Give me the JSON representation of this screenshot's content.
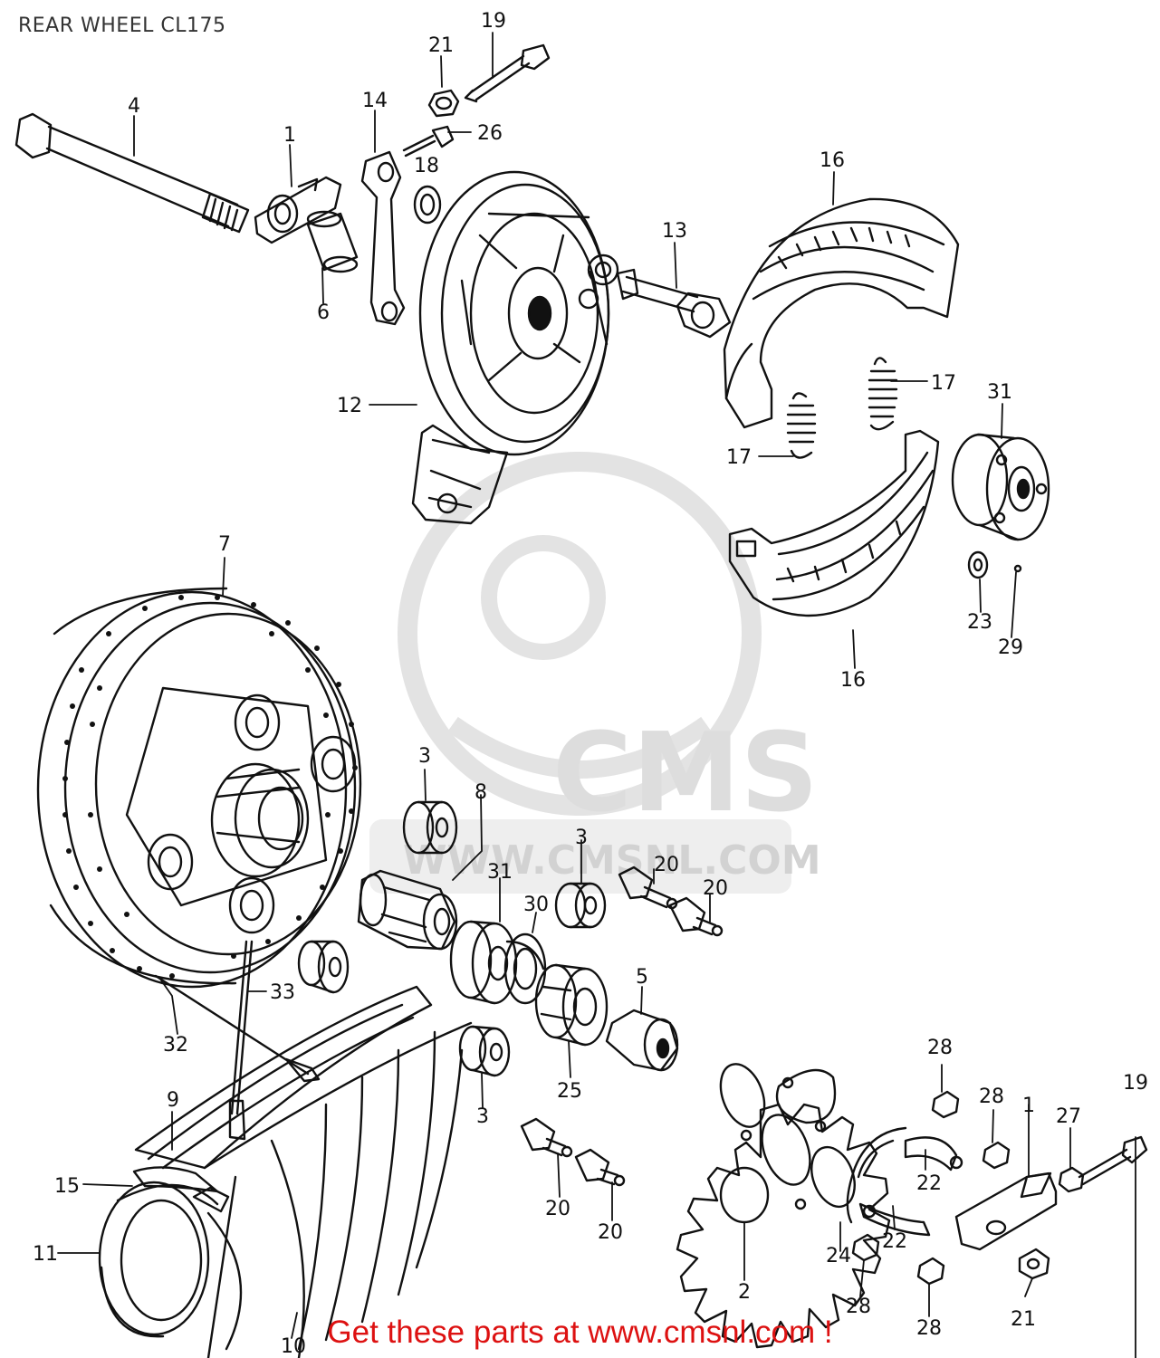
{
  "title": "REAR WHEEL CL175",
  "watermark": {
    "brand": "CMS",
    "url": "WWW.CMSNL.COM"
  },
  "footer": {
    "text": "Get these parts at www.cmsnl.com !",
    "color": "#dd1111"
  },
  "colors": {
    "line": "#111111",
    "watermark": "#e3e3e3"
  },
  "callouts": [
    {
      "id": "c19a",
      "text": "19"
    },
    {
      "id": "c21a",
      "text": "21"
    },
    {
      "id": "c4",
      "text": "4"
    },
    {
      "id": "c14",
      "text": "14"
    },
    {
      "id": "c1a",
      "text": "1"
    },
    {
      "id": "c26",
      "text": "26"
    },
    {
      "id": "c18",
      "text": "18"
    },
    {
      "id": "c16a",
      "text": "16"
    },
    {
      "id": "c13",
      "text": "13"
    },
    {
      "id": "c6",
      "text": "6"
    },
    {
      "id": "c12",
      "text": "12"
    },
    {
      "id": "c17a",
      "text": "17"
    },
    {
      "id": "c31a",
      "text": "31"
    },
    {
      "id": "c17b",
      "text": "17"
    },
    {
      "id": "c23",
      "text": "23"
    },
    {
      "id": "c29",
      "text": "29"
    },
    {
      "id": "c16b",
      "text": "16"
    },
    {
      "id": "c7",
      "text": "7"
    },
    {
      "id": "c3a",
      "text": "3"
    },
    {
      "id": "c8",
      "text": "8"
    },
    {
      "id": "c3b",
      "text": "3"
    },
    {
      "id": "c20a",
      "text": "20"
    },
    {
      "id": "c31b",
      "text": "31"
    },
    {
      "id": "c20b",
      "text": "20"
    },
    {
      "id": "c30",
      "text": "30"
    },
    {
      "id": "c33",
      "text": "33"
    },
    {
      "id": "c5",
      "text": "5"
    },
    {
      "id": "c32",
      "text": "32"
    },
    {
      "id": "c25",
      "text": "25"
    },
    {
      "id": "c28a",
      "text": "28"
    },
    {
      "id": "c9",
      "text": "9"
    },
    {
      "id": "c3c",
      "text": "3"
    },
    {
      "id": "c28b",
      "text": "28"
    },
    {
      "id": "c1b",
      "text": "1"
    },
    {
      "id": "c19b",
      "text": "19"
    },
    {
      "id": "c27",
      "text": "27"
    },
    {
      "id": "c15",
      "text": "15"
    },
    {
      "id": "c20c",
      "text": "20"
    },
    {
      "id": "c22a",
      "text": "22"
    },
    {
      "id": "c20d",
      "text": "20"
    },
    {
      "id": "c11",
      "text": "11"
    },
    {
      "id": "c22b",
      "text": "22"
    },
    {
      "id": "c24",
      "text": "24"
    },
    {
      "id": "c2",
      "text": "2"
    },
    {
      "id": "c28c",
      "text": "28"
    },
    {
      "id": "c21b",
      "text": "21"
    },
    {
      "id": "c28d",
      "text": "28"
    },
    {
      "id": "c10",
      "text": "10"
    }
  ]
}
